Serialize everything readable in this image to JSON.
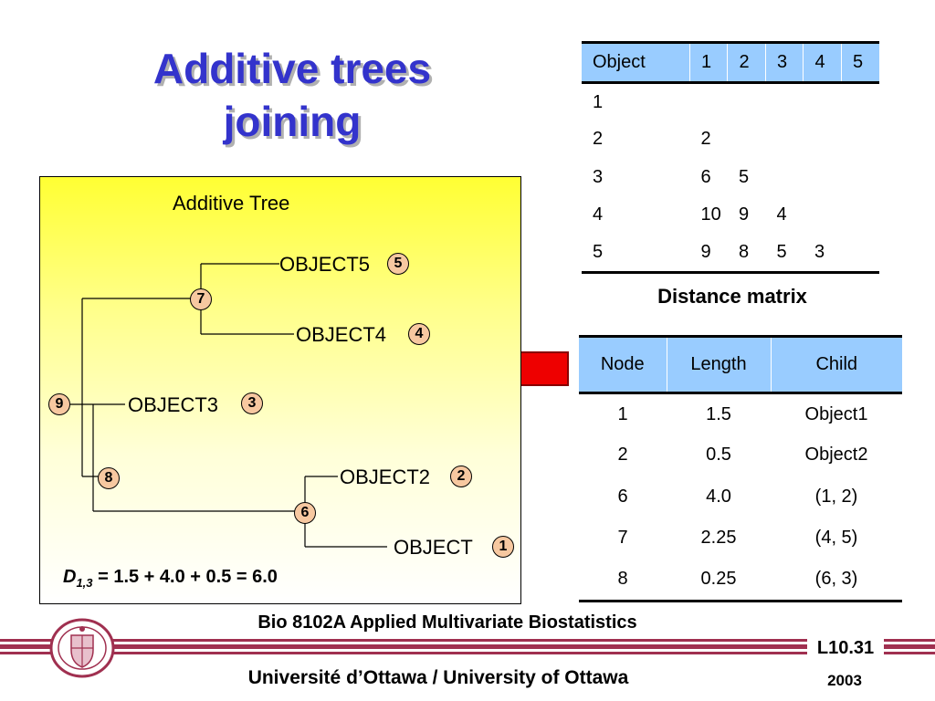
{
  "slide": {
    "title_line1": "Additive trees",
    "title_line2": "joining"
  },
  "distance_table": {
    "headers": [
      "Object",
      "1",
      "2",
      "3",
      "4",
      "5"
    ],
    "rows": [
      [
        "1",
        "",
        "",
        "",
        "",
        ""
      ],
      [
        "2",
        "2",
        "",
        "",
        "",
        ""
      ],
      [
        "3",
        "6",
        "5",
        "",
        "",
        ""
      ],
      [
        "4",
        "10",
        "9",
        "4",
        "",
        ""
      ],
      [
        "5",
        "9",
        "8",
        "5",
        "3",
        ""
      ]
    ],
    "caption": "Distance matrix"
  },
  "node_table": {
    "headers": [
      "Node",
      "Length",
      "Child"
    ],
    "rows": [
      [
        "1",
        "1.5",
        "Object1"
      ],
      [
        "2",
        "0.5",
        "Object2"
      ],
      [
        "6",
        "4.0",
        "(1, 2)"
      ],
      [
        "7",
        "2.25",
        "(4, 5)"
      ],
      [
        "8",
        "0.25",
        "(6, 3)"
      ]
    ]
  },
  "tree": {
    "title": "Additive Tree",
    "leaves": {
      "object5": "OBJECT5",
      "object4": "OBJECT4",
      "object3": "OBJECT3",
      "object2": "OBJECT2",
      "object1": "OBJECT"
    },
    "badges": {
      "b1": "1",
      "b2": "2",
      "b3": "3",
      "b4": "4",
      "b5": "5",
      "b6": "6",
      "b7": "7",
      "b8": "8",
      "b9": "9"
    },
    "formula": {
      "d": "D",
      "sub": "1,3",
      "expr": " = 1.5 + 4.0 + 0.5 = 6.0"
    }
  },
  "footer": {
    "course": "Bio 8102A Applied Multivariate Biostatistics",
    "lecture": "L10.31",
    "university": "Université d’Ottawa / University of Ottawa",
    "year": "2003"
  },
  "colors": {
    "title": "#3333cc",
    "table_header": "#99ccff",
    "arrow": "#ee0000",
    "badge": "#f7c8a0",
    "footer_bar": "#a03050"
  }
}
